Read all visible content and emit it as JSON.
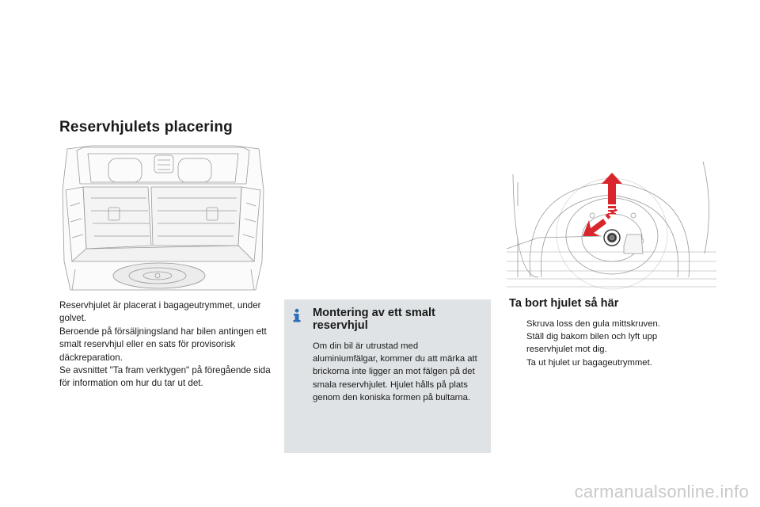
{
  "page_title": "Reservhjulets placering",
  "intro_paragraphs": [
    "Reservhjulet är placerat i bagageutrymmet, under golvet.",
    "Beroende på försäljningsland har bilen antingen ett smalt reservhjul eller en sats för provisorisk däckreparation.",
    "Se avsnittet \"Ta fram verktygen\" på föregående sida för information om hur du tar ut det."
  ],
  "info_box": {
    "title": "Montering av ett smalt reservhjul",
    "body": "Om din bil är utrustad med aluminiumfälgar, kommer du att märka att brickorna inte ligger an mot fälgen på det smala reservhjulet. Hjulet hålls på plats genom den koniska formen på bultarna."
  },
  "removal": {
    "title": "Ta bort hjulet så här",
    "bullet_glyph": "",
    "steps": [
      "Skruva loss den gula mittskruven.",
      "Ställ dig bakom bilen och lyft upp reservhjulet mot dig.",
      "Ta ut hjulet ur bagageutrymmet."
    ]
  },
  "watermark": "carmanualsonline.info",
  "colors": {
    "accent_red": "#d8262c",
    "info_blue": "#2e6fb6",
    "box_bg": "#dfe3e5",
    "line_gray": "#9a9a9a"
  },
  "icons": [
    "info-icon",
    "bullet-icon"
  ]
}
